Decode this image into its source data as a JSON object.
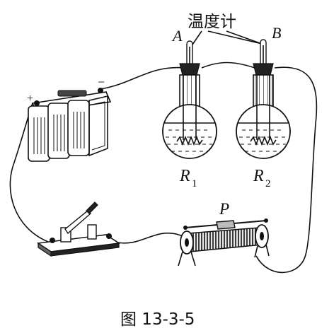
{
  "labels": {
    "thermometer": "温度计",
    "A": "A",
    "B": "B",
    "R1_main": "R",
    "R1_sub": "1",
    "R2_main": "R",
    "R2_sub": "2",
    "P": "P",
    "plus": "+",
    "minus": "−",
    "caption": "图 13-3-5"
  }
}
